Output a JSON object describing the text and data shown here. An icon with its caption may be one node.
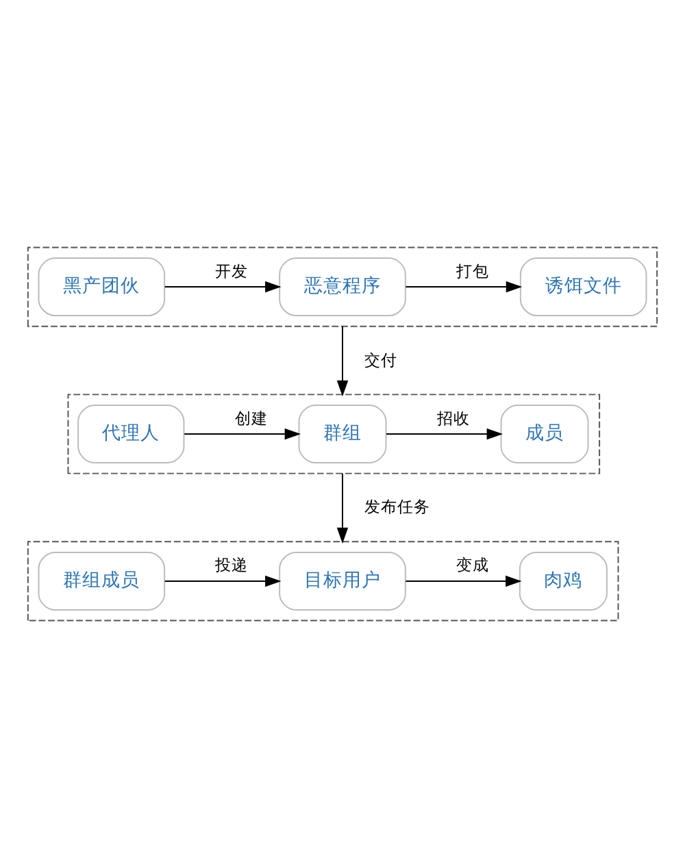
{
  "diagram": {
    "nodes": [
      {
        "text": [],
        "shape": "box"
      },
      {
        "text": [
          "黑产团伙"
        ],
        "in": 0
      },
      {
        "text": [
          "恶意程序"
        ],
        "in": 0
      },
      {
        "text": [
          "诱饵文件"
        ],
        "in": 0
      },
      {
        "text": [],
        "shape": "box"
      },
      {
        "text": [
          "代理人"
        ],
        "in": 4
      },
      {
        "text": [
          "群组"
        ],
        "in": 4
      },
      {
        "text": [
          "成员"
        ],
        "in": 4
      },
      {
        "text": [],
        "shape": "box"
      },
      {
        "text": [
          "群组成员"
        ],
        "in": 8
      },
      {
        "text": [
          "目标用户"
        ],
        "in": 8
      },
      {
        "text": [
          "肉鸡"
        ],
        "in": 8
      }
    ],
    "edges": [
      {
        "from": 1,
        "to": 2,
        "arrow": "to",
        "label": "开发"
      },
      {
        "from": 2,
        "to": 3,
        "arrow": "to",
        "label": "打包"
      },
      {
        "from": 0,
        "to": 4,
        "arrow": "to",
        "label": "交付"
      },
      {
        "from": 5,
        "to": 6,
        "arrow": "to",
        "label": "创建"
      },
      {
        "from": 6,
        "to": 7,
        "arrow": "to",
        "label": "招收"
      },
      {
        "from": 4,
        "to": 8,
        "arrow": "to",
        "label": "发布任务"
      },
      {
        "from": 9,
        "to": 10,
        "arrow": "to",
        "label": "投递"
      },
      {
        "from": 10,
        "to": 11,
        "arrow": "to",
        "label": "变成"
      }
    ]
  }
}
